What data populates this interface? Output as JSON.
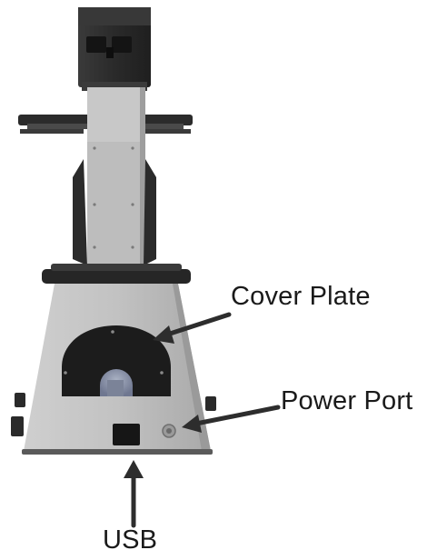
{
  "labels": {
    "cover_plate": "Cover Plate",
    "power_port": "Power Port",
    "usb": "USB"
  },
  "colors": {
    "body_light": "#c9c9c9",
    "body_mid": "#a8a8a8",
    "body_dark": "#2b2b2b",
    "arrow": "#2d2d2d",
    "window": "#8b93a8"
  }
}
